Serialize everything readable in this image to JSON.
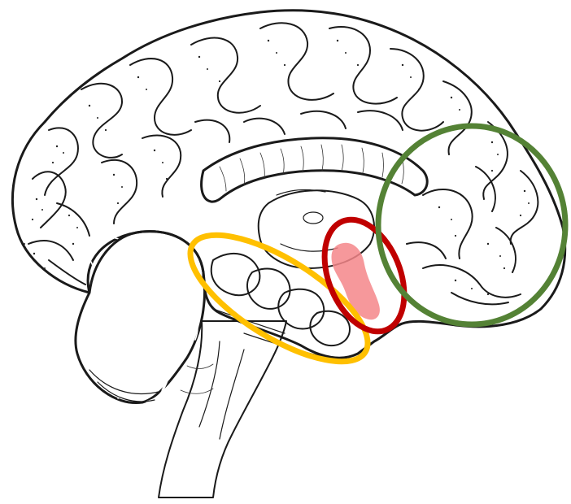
{
  "figure": {
    "subject": "brain-sagittal-section",
    "highlights": [
      {
        "id": "prefrontal-cortex",
        "shape": "circle",
        "color": "#548235"
      },
      {
        "id": "hippocampus-region",
        "shape": "ellipse",
        "color": "#FFC000"
      },
      {
        "id": "amygdala-region",
        "shape": "ellipse",
        "color": "#C00000",
        "fill": "#F4868A"
      }
    ]
  }
}
